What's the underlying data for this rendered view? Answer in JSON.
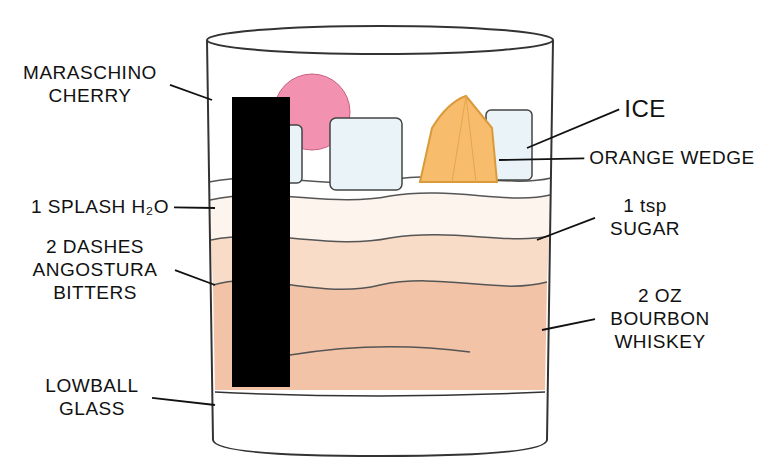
{
  "diagram": {
    "labels": [
      "MARASCHINO CHERRY",
      "1 SPLASH H₂O",
      "2 DASHES ANGOSTURA BITTERS",
      "LOWBALL GLASS",
      "ICE",
      "ORANGE WEDGE",
      "1 tsp SUGAR",
      "2 OZ BOURBON WHISKEY"
    ]
  }
}
